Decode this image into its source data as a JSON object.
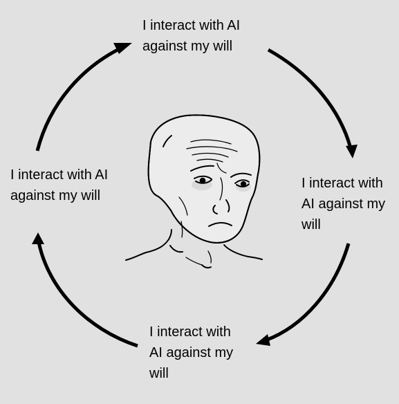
{
  "meme": {
    "labels": {
      "top": "I interact with AI\nagainst my will",
      "right": "I interact with\nAI against my\nwill",
      "bottom": "I interact with\nAI against my\nwill",
      "left": "I interact with AI\nagainst my will"
    },
    "colors": {
      "background": "#e1e1e1",
      "ink": "#000000"
    },
    "center_image": "sad-wojak-face"
  }
}
